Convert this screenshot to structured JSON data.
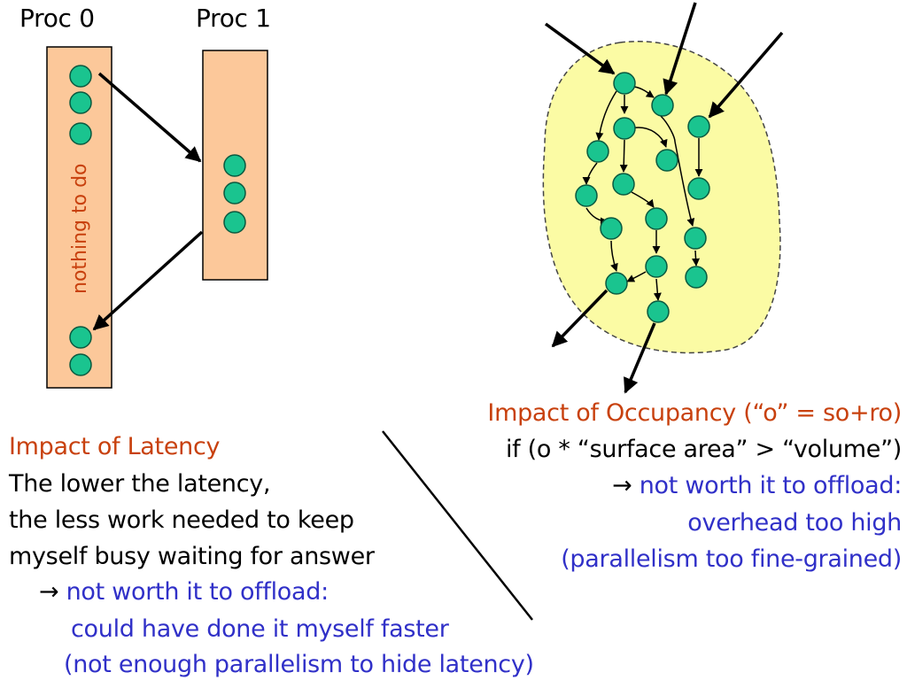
{
  "colors": {
    "node_fill": "#1ac48f",
    "node_stroke": "#0a5a40",
    "proc_fill": "#fcc89a",
    "blob_fill": "#fbfba4",
    "text_black": "#000000",
    "text_red": "#c8410e",
    "text_blue": "#3030c8"
  },
  "procs": {
    "proc0_label": "Proc 0",
    "proc1_label": "Proc 1",
    "idle_label": "nothing to do"
  },
  "latency": {
    "title": "Impact of Latency",
    "line1": "The lower the latency,",
    "line2": "the less work needed to keep",
    "line3": "myself busy waiting for answer",
    "arrow": "→",
    "conclusion1": "not worth it to offload:",
    "conclusion2": "could have done it myself faster",
    "conclusion3": "(not enough parallelism to hide latency)"
  },
  "occupancy": {
    "title": "Impact of Occupancy (“o” = so+ro)",
    "condition": "if (o * “surface area” > “volume”)",
    "arrow": "→",
    "conclusion1": "not worth it to offload:",
    "conclusion2": "overhead too high",
    "conclusion3": "(parallelism too fine-grained)"
  }
}
